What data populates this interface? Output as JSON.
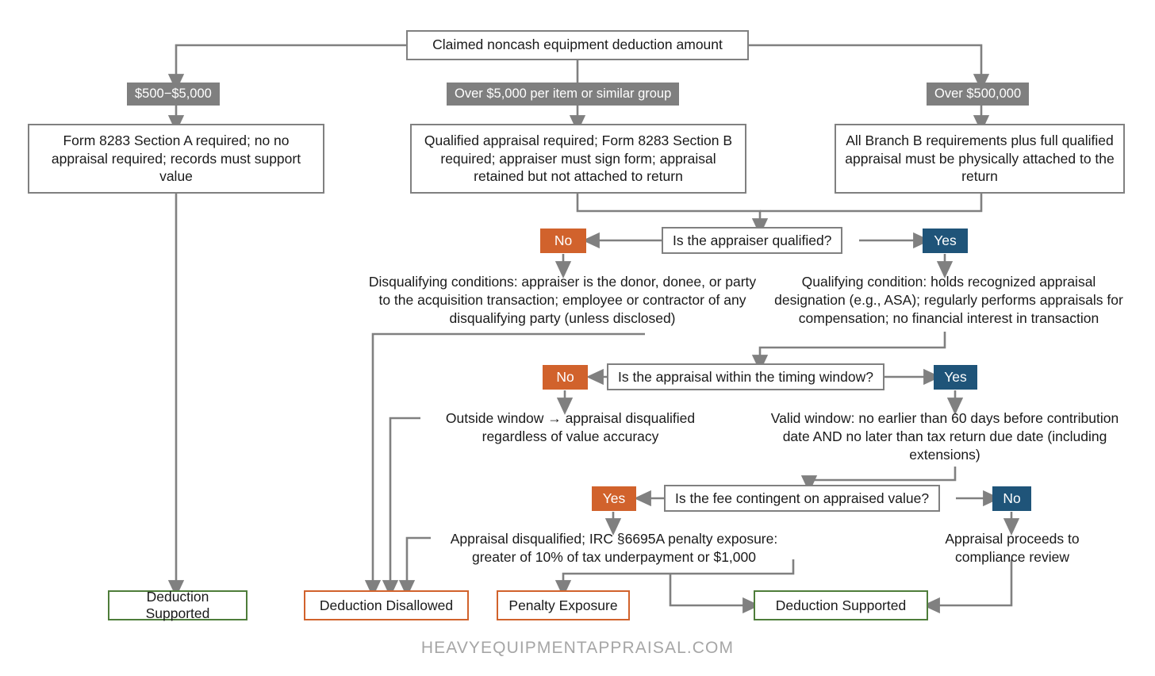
{
  "diagram": {
    "title_node": "Claimed noncash equipment deduction amount",
    "footer": "HEAVYEQUIPMENTAPPRAISAL.COM",
    "colors": {
      "no_chip": "#d1622c",
      "yes_chip": "#1f5479",
      "branch_tag": "#7f7f7f",
      "connector": "#808080",
      "terminal_good_border": "#4e7d3a",
      "terminal_bad_border": "#d1622c",
      "box_border": "#808080",
      "footer_text": "#a6a6a6"
    },
    "branch_tags": {
      "left": "$500−$5,000",
      "middle": "Over $5,000 per item or similar group",
      "right": "Over $500,000"
    },
    "requirement_boxes": {
      "left": "Form 8283 Section A required; no no appraisal required; records must support value",
      "middle": "Qualified appraisal required; Form 8283 Section B required; appraiser must sign form; appraisal retained but not attached to return",
      "right": "All Branch B requirements plus full qualified appraisal must be physically attached to the return"
    },
    "decisions": [
      {
        "question": "Is the appraiser qualified?",
        "left_chip": "No",
        "right_chip": "Yes",
        "left_note": "Disqualifying conditions: appraiser is the donor, donee, or party to the acquisition transaction; employee or contractor of any disqualifying party (unless disclosed)",
        "right_note": "Qualifying condition: holds recognized appraisal designation (e.g., ASA); regularly performs appraisals for compensation; no financial interest in transaction"
      },
      {
        "question": "Is the appraisal within the timing window?",
        "left_chip": "No",
        "right_chip": "Yes",
        "left_note": "Outside window → appraisal disqualified regardless of value accuracy",
        "right_note": "Valid window: no earlier than 60 days before contribution date AND no later than tax return due date (including extensions)"
      },
      {
        "question": "Is the fee contingent on appraised value?",
        "left_chip": "Yes",
        "right_chip": "No",
        "left_note": "Appraisal disqualified; IRC §6695A penalty exposure: greater of 10% of tax underpayment or $1,000",
        "right_note": "Appraisal proceeds to compliance review"
      }
    ],
    "terminals": {
      "left_supported": "Deduction Supported",
      "disallowed": "Deduction Disallowed",
      "penalty": "Penalty Exposure",
      "right_supported": "Deduction Supported"
    }
  }
}
